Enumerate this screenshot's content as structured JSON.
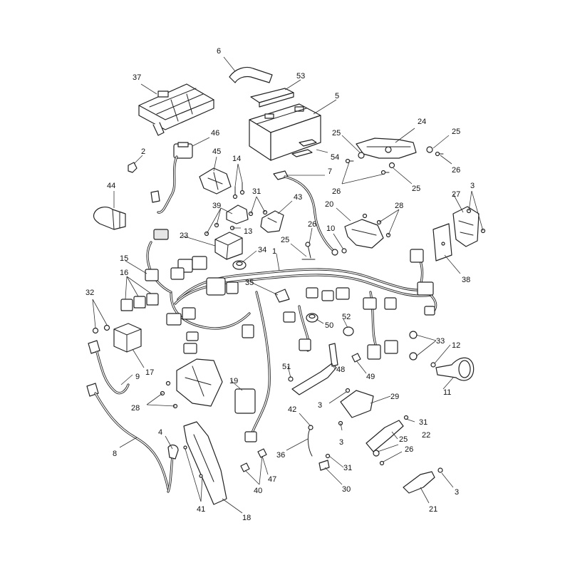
{
  "callouts": {
    "c1": "1",
    "c2": "2",
    "c3a": "3",
    "c3b": "3",
    "c3c": "3",
    "c3d": "3",
    "c4": "4",
    "c5": "5",
    "c6": "6",
    "c7": "7",
    "c8": "8",
    "c9": "9",
    "c10": "10",
    "c11": "11",
    "c12": "12",
    "c13": "13",
    "c14": "14",
    "c15": "15",
    "c16": "16",
    "c17": "17",
    "c18": "18",
    "c19": "19",
    "c20": "20",
    "c21": "21",
    "c22": "22",
    "c23": "23",
    "c24": "24",
    "c25a": "25",
    "c25b": "25",
    "c25c": "25",
    "c25d": "25",
    "c25e": "25",
    "c26a": "26",
    "c26b": "26",
    "c26c": "26",
    "c26d": "26",
    "c27": "27",
    "c28a": "28",
    "c28b": "28",
    "c29": "29",
    "c30": "30",
    "c31a": "31",
    "c31b": "31",
    "c31c": "31",
    "c32": "32",
    "c33": "33",
    "c34": "34",
    "c35": "35",
    "c36": "36",
    "c37": "37",
    "c38": "38",
    "c39": "39",
    "c40": "40",
    "c41": "41",
    "c42": "42",
    "c43": "43",
    "c44": "44",
    "c45": "45",
    "c46": "46",
    "c47": "47",
    "c48": "48",
    "c49": "49",
    "c50": "50",
    "c51": "51",
    "c52": "52",
    "c53": "53",
    "c54": "54"
  }
}
